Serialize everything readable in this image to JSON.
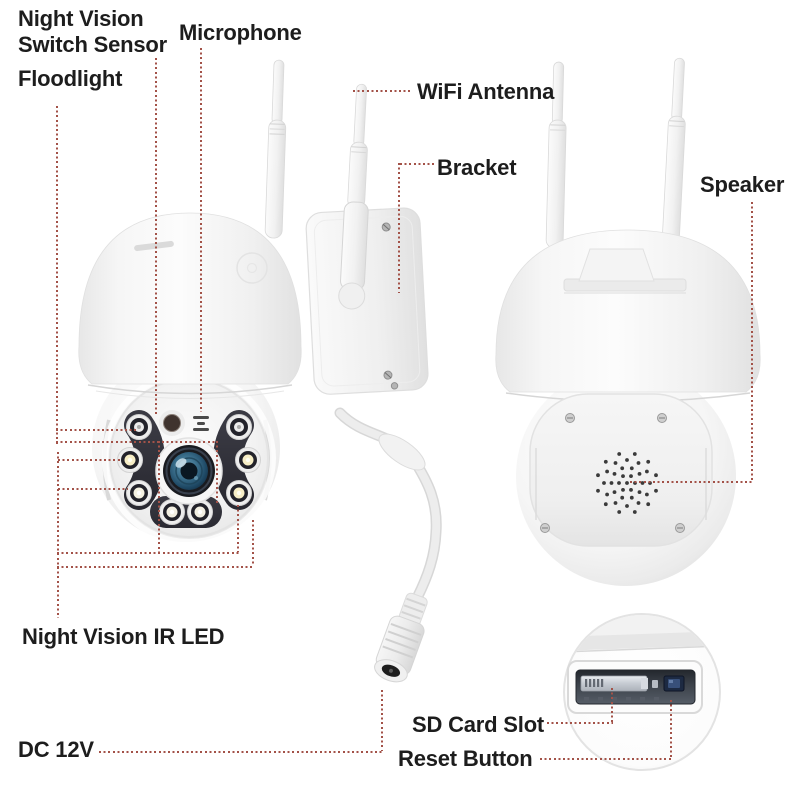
{
  "labels": {
    "night_vision_switch_sensor": "Night Vision\nSwitch Sensor",
    "microphone": "Microphone",
    "floodlight": "Floodlight",
    "wifi_antenna": "WiFi Antenna",
    "bracket": "Bracket",
    "speaker": "Speaker",
    "night_vision_ir_led": "Night Vision IR LED",
    "dc_12v": "DC 12V",
    "sd_card_slot": "SD Card Slot",
    "reset_button": "Reset Button"
  },
  "colors": {
    "background": "#ffffff",
    "label_text": "#1d1d1d",
    "leader_line": "#a35248",
    "lens_glass": "#2f5d7c",
    "led_band": "#32323a"
  }
}
